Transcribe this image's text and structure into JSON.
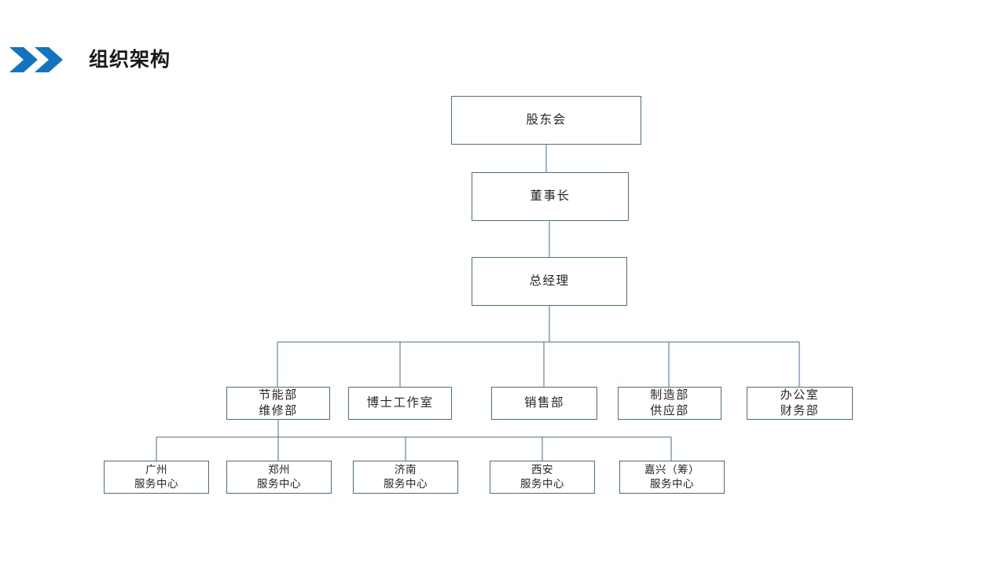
{
  "header": {
    "title": "组织架构",
    "chevron_icon": "double-chevron-right-icon",
    "accent_color": "#1273be"
  },
  "theme": {
    "box_border_color": "#41719c",
    "box_fill_color": "#ffffff",
    "connector_color": "#41719c",
    "text_color": "#262626",
    "background": "#ffffff"
  },
  "chart_data": {
    "type": "org-chart",
    "title": "组织架构",
    "levels": [
      {
        "level": 0,
        "nodes": [
          "股东会"
        ]
      },
      {
        "level": 1,
        "nodes": [
          "董事长"
        ]
      },
      {
        "level": 2,
        "nodes": [
          "总经理"
        ]
      },
      {
        "level": 3,
        "nodes": [
          "节能部 / 维修部",
          "博士工作室",
          "销售部",
          "制造部 / 供应部",
          "办公室 / 财务部"
        ]
      },
      {
        "level": 4,
        "nodes": [
          "广州服务中心",
          "郑州服务中心",
          "济南服务中心",
          "西安服务中心",
          "嘉兴（筹）服务中心"
        ]
      }
    ],
    "edges": [
      [
        "股东会",
        "董事长"
      ],
      [
        "董事长",
        "总经理"
      ],
      [
        "总经理",
        "节能部 / 维修部"
      ],
      [
        "总经理",
        "博士工作室"
      ],
      [
        "总经理",
        "销售部"
      ],
      [
        "总经理",
        "制造部 / 供应部"
      ],
      [
        "总经理",
        "办公室 / 财务部"
      ],
      [
        "节能部 / 维修部",
        "广州服务中心"
      ],
      [
        "节能部 / 维修部",
        "郑州服务中心"
      ],
      [
        "节能部 / 维修部",
        "济南服务中心"
      ],
      [
        "节能部 / 维修部",
        "西安服务中心"
      ],
      [
        "节能部 / 维修部",
        "嘉兴（筹）服务中心"
      ]
    ]
  },
  "nodes": {
    "shareholders": {
      "line1": "股东会",
      "line2": ""
    },
    "chairman": {
      "line1": "董事长",
      "line2": ""
    },
    "general_manager": {
      "line1": "总经理",
      "line2": ""
    },
    "dept_energy": {
      "line1": "节能部",
      "line2": "维修部"
    },
    "dept_doctor_studio": {
      "line1": "博士工作室",
      "line2": ""
    },
    "dept_sales": {
      "line1": "销售部",
      "line2": ""
    },
    "dept_manufacturing": {
      "line1": "制造部",
      "line2": "供应部"
    },
    "dept_office": {
      "line1": "办公室",
      "line2": "财务部"
    },
    "center_guangzhou": {
      "line1": "广州",
      "line2": "服务中心"
    },
    "center_zhengzhou": {
      "line1": "郑州",
      "line2": "服务中心"
    },
    "center_jinan": {
      "line1": "济南",
      "line2": "服务中心"
    },
    "center_xian": {
      "line1": "西安",
      "line2": "服务中心"
    },
    "center_jiaxing": {
      "line1": "嘉兴（筹）",
      "line2": "服务中心"
    }
  }
}
